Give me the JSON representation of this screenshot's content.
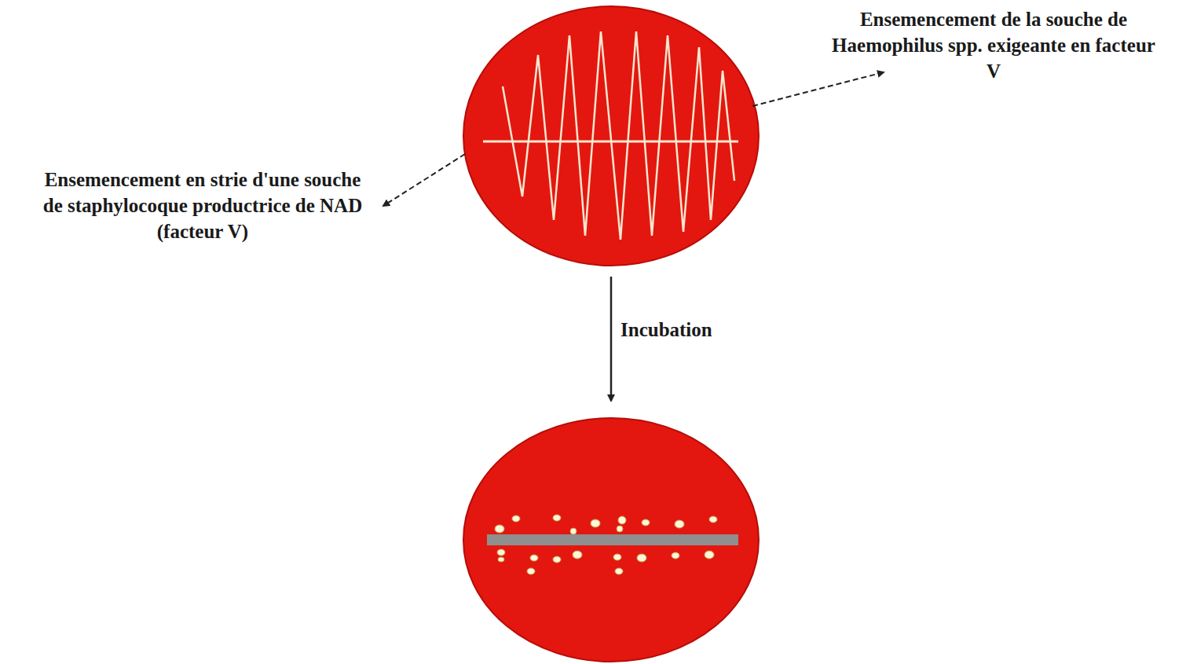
{
  "diagram": {
    "labels": [
      "Ensemencement de la souche de Haemophilus spp. exigeante en facteur V",
      "Ensemencement en strie d'une souche de staphylocoque productrice de NAD (facteur V)",
      "Incubation"
    ]
  }
}
